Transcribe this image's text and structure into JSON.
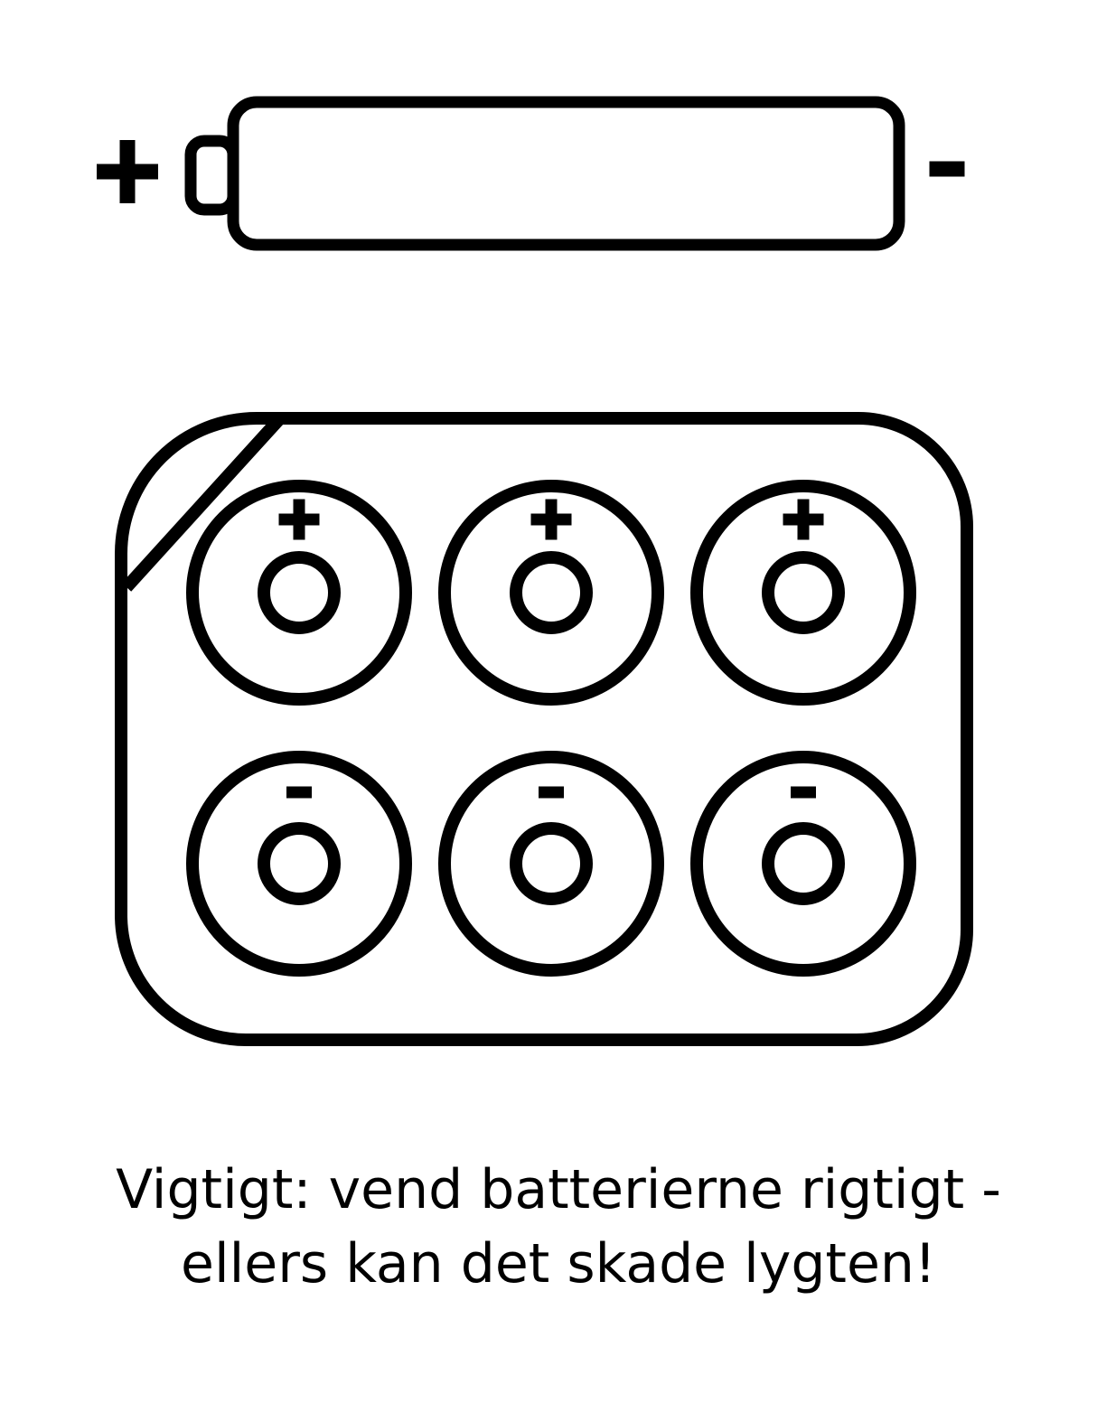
{
  "page": {
    "background": "#ffffff",
    "ink": "#000000"
  },
  "battery_legend": {
    "positive_symbol": "+",
    "negative_symbol": "-"
  },
  "compartment": {
    "rows": [
      {
        "row": 1,
        "polarity": "+"
      },
      {
        "row": 2,
        "polarity": "-"
      }
    ],
    "slots": [
      {
        "id": 1,
        "row": 1,
        "col": 1,
        "polarity": "+"
      },
      {
        "id": 2,
        "row": 1,
        "col": 2,
        "polarity": "+"
      },
      {
        "id": 3,
        "row": 1,
        "col": 3,
        "polarity": "+"
      },
      {
        "id": 4,
        "row": 2,
        "col": 1,
        "polarity": "-"
      },
      {
        "id": 5,
        "row": 2,
        "col": 2,
        "polarity": "-"
      },
      {
        "id": 6,
        "row": 2,
        "col": 3,
        "polarity": "-"
      }
    ]
  },
  "caption": {
    "line1": "Vigtigt: vend batterierne rigtigt -",
    "line2": "ellers kan det skade lygten!"
  }
}
